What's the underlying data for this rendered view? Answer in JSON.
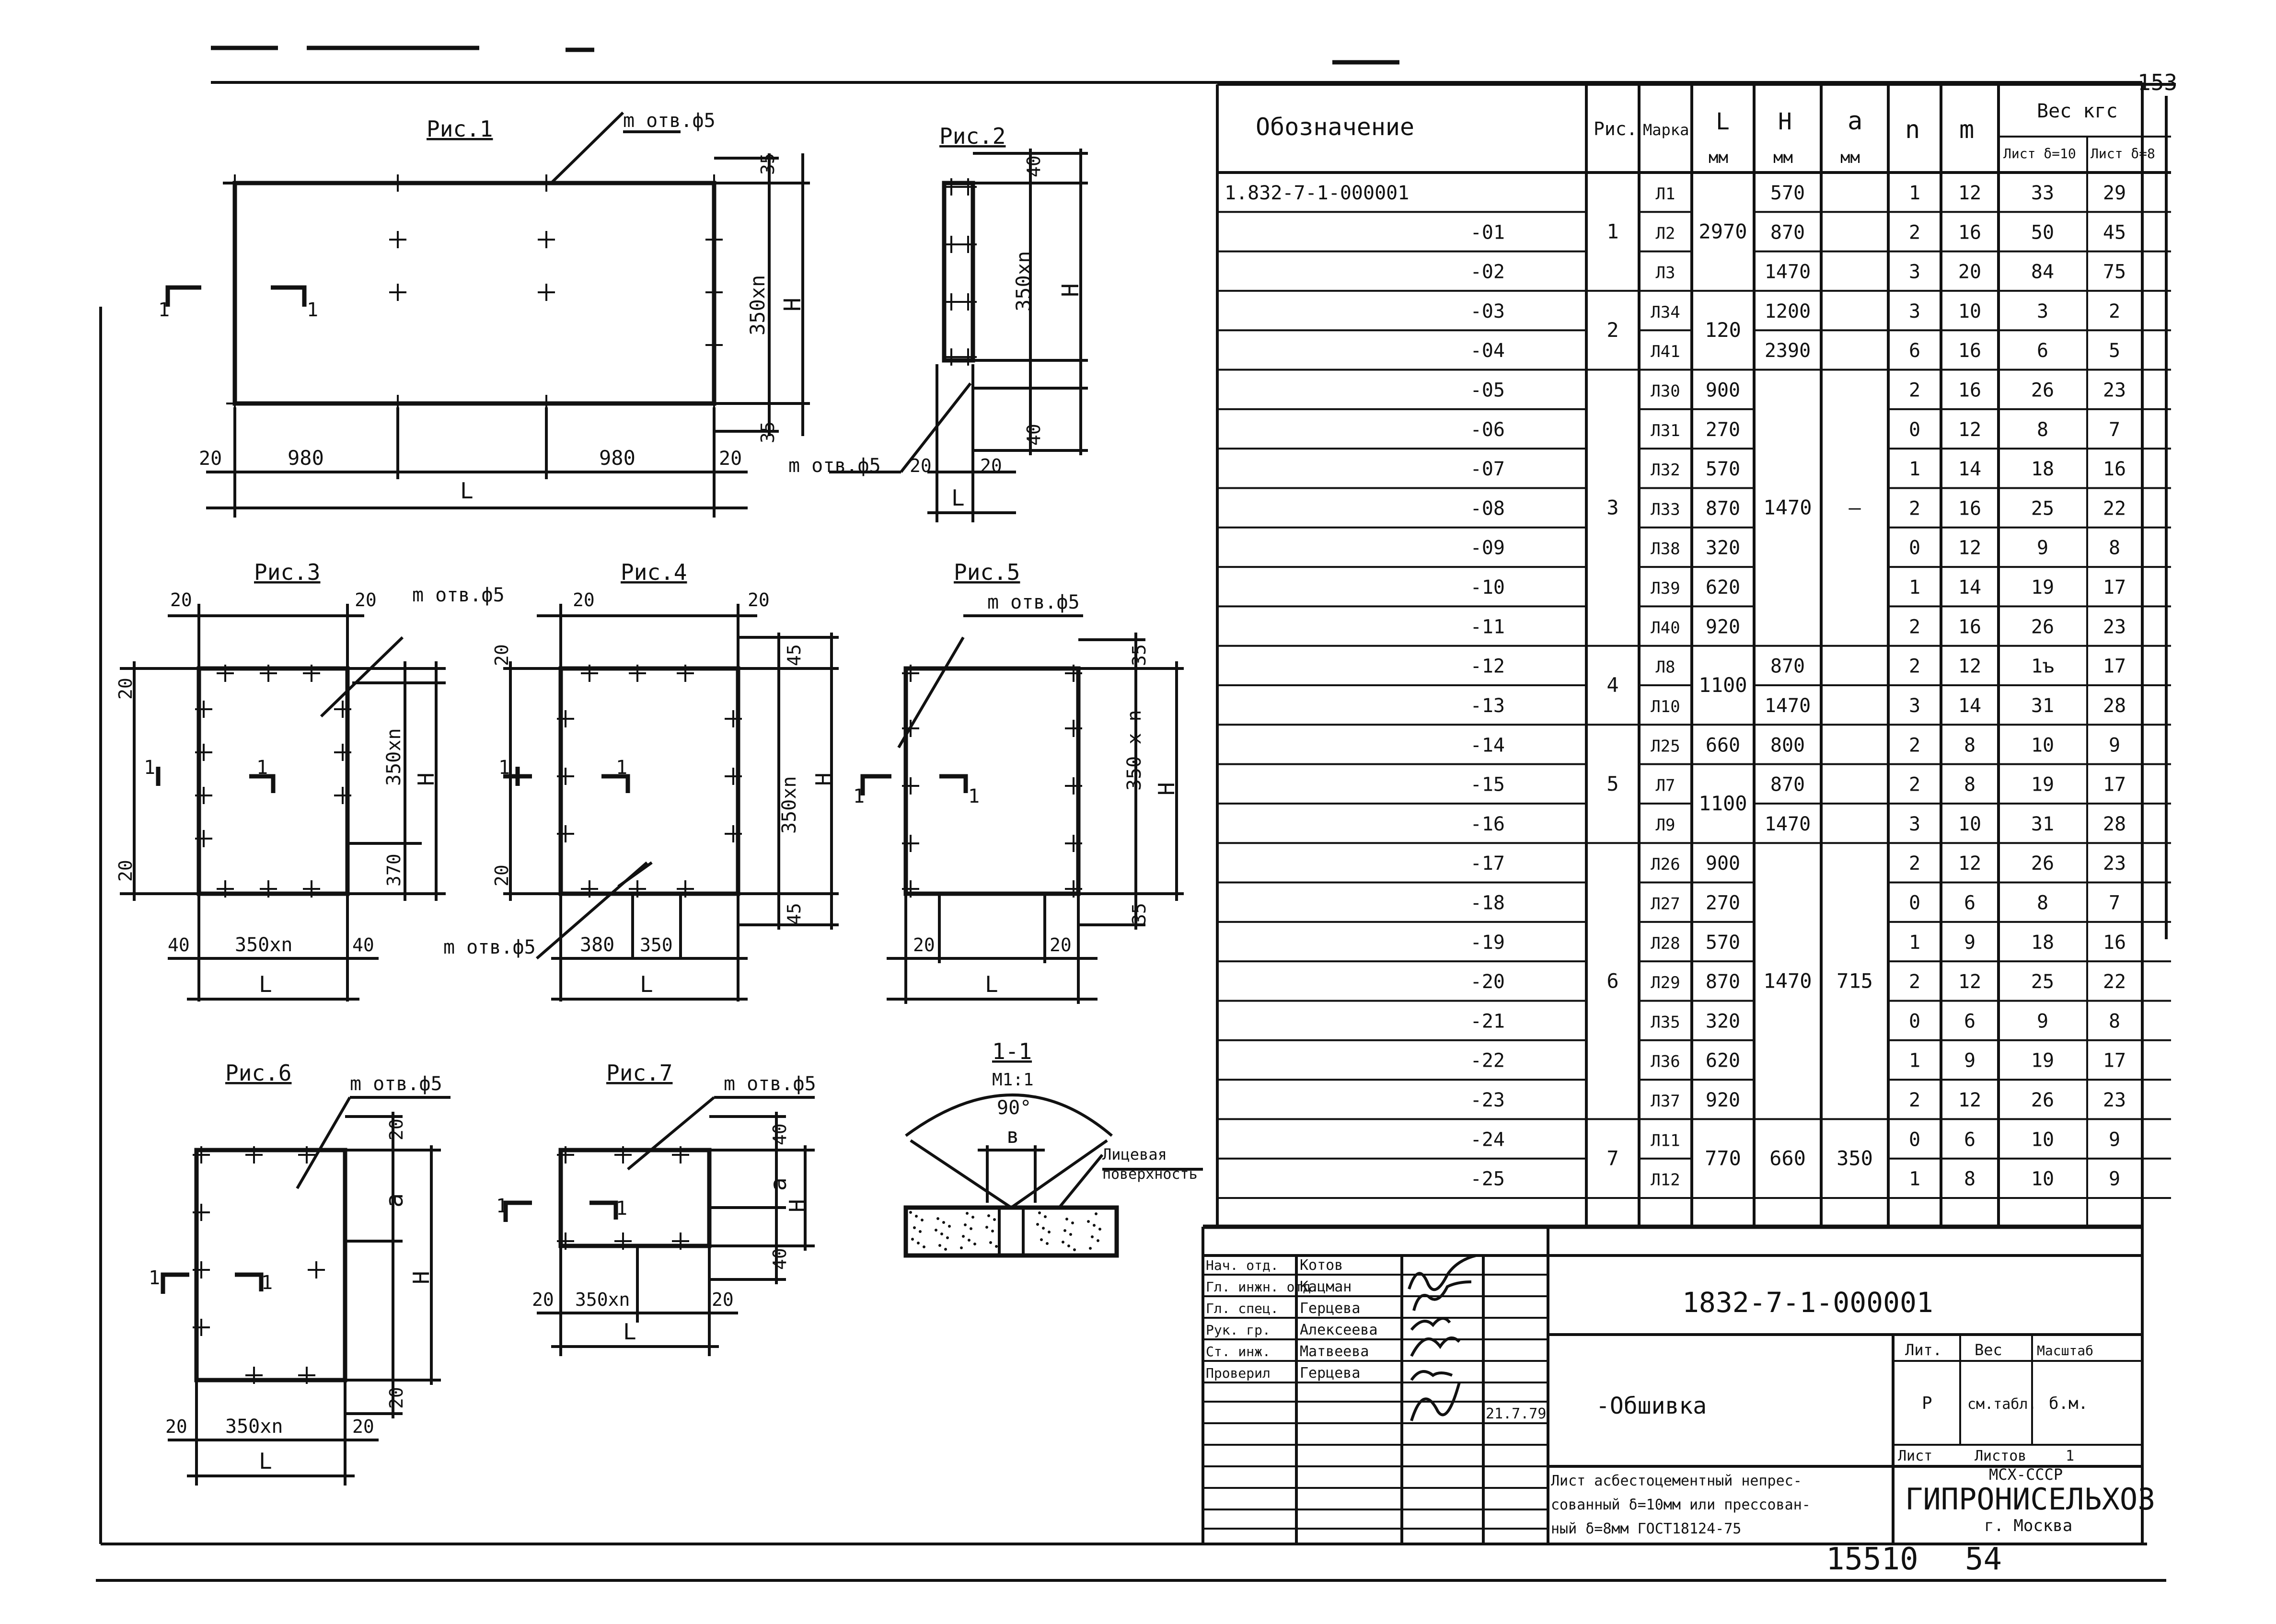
{
  "sheet_numbers": {
    "top": "153",
    "archive": "15510",
    "bottom": "54"
  },
  "spec_table": {
    "headers": {
      "designation": "Обозначение",
      "fig": "Рис.",
      "mark": "Марка",
      "l": "L",
      "h": "H",
      "a": "a",
      "unit": "мм",
      "n": "n",
      "m": "m",
      "weight": "Вес кгс",
      "weight_10": "Лист δ=10",
      "weight_8": "Лист δ=8"
    },
    "rows": [
      {
        "code": "1.832-7-1-000001",
        "mark": "Л1",
        "h": "570",
        "n": "1",
        "m": "12",
        "w10": "33",
        "w8": "29"
      },
      {
        "code": "-01",
        "mark": "Л2",
        "h": "870",
        "n": "2",
        "m": "16",
        "w10": "50",
        "w8": "45"
      },
      {
        "code": "-02",
        "mark": "Л3",
        "h": "1470",
        "n": "3",
        "m": "20",
        "w10": "84",
        "w8": "75"
      },
      {
        "code": "-03",
        "mark": "Л34",
        "h": "1200",
        "n": "3",
        "m": "10",
        "w10": "3",
        "w8": "2"
      },
      {
        "code": "-04",
        "mark": "Л41",
        "h": "2390",
        "n": "6",
        "m": "16",
        "w10": "6",
        "w8": "5"
      },
      {
        "code": "-05",
        "mark": "Л30",
        "l": "900",
        "n": "2",
        "m": "16",
        "w10": "26",
        "w8": "23"
      },
      {
        "code": "-06",
        "mark": "Л31",
        "l": "270",
        "n": "0",
        "m": "12",
        "w10": "8",
        "w8": "7"
      },
      {
        "code": "-07",
        "mark": "Л32",
        "l": "570",
        "n": "1",
        "m": "14",
        "w10": "18",
        "w8": "16"
      },
      {
        "code": "-08",
        "mark": "Л33",
        "l": "870",
        "n": "2",
        "m": "16",
        "w10": "25",
        "w8": "22"
      },
      {
        "code": "-09",
        "mark": "Л38",
        "l": "320",
        "n": "0",
        "m": "12",
        "w10": "9",
        "w8": "8"
      },
      {
        "code": "-10",
        "mark": "Л39",
        "l": "620",
        "n": "1",
        "m": "14",
        "w10": "19",
        "w8": "17"
      },
      {
        "code": "-11",
        "mark": "Л40",
        "l": "920",
        "n": "2",
        "m": "16",
        "w10": "26",
        "w8": "23"
      },
      {
        "code": "-12",
        "mark": "Л8",
        "h": "870",
        "n": "2",
        "m": "12",
        "w10": "1ъ",
        "w8": "17"
      },
      {
        "code": "-13",
        "mark": "Л10",
        "h": "1470",
        "n": "3",
        "m": "14",
        "w10": "31",
        "w8": "28"
      },
      {
        "code": "-14",
        "mark": "Л25",
        "l": "660",
        "h": "800",
        "n": "2",
        "m": "8",
        "w10": "10",
        "w8": "9"
      },
      {
        "code": "-15",
        "mark": "Л7",
        "h": "870",
        "n": "2",
        "m": "8",
        "w10": "19",
        "w8": "17"
      },
      {
        "code": "-16",
        "mark": "Л9",
        "h": "1470",
        "n": "3",
        "m": "10",
        "w10": "31",
        "w8": "28"
      },
      {
        "code": "-17",
        "mark": "Л26",
        "l": "900",
        "n": "2",
        "m": "12",
        "w10": "26",
        "w8": "23"
      },
      {
        "code": "-18",
        "mark": "Л27",
        "l": "270",
        "n": "0",
        "m": "6",
        "w10": "8",
        "w8": "7"
      },
      {
        "code": "-19",
        "mark": "Л28",
        "l": "570",
        "n": "1",
        "m": "9",
        "w10": "18",
        "w8": "16"
      },
      {
        "code": "-20",
        "mark": "Л29",
        "l": "870",
        "n": "2",
        "m": "12",
        "w10": "25",
        "w8": "22"
      },
      {
        "code": "-21",
        "mark": "Л35",
        "l": "320",
        "n": "0",
        "m": "6",
        "w10": "9",
        "w8": "8"
      },
      {
        "code": "-22",
        "mark": "Л36",
        "l": "620",
        "n": "1",
        "m": "9",
        "w10": "19",
        "w8": "17"
      },
      {
        "code": "-23",
        "mark": "Л37",
        "l": "920",
        "n": "2",
        "m": "12",
        "w10": "26",
        "w8": "23"
      },
      {
        "code": "-24",
        "mark": "Л11",
        "n": "0",
        "m": "6",
        "w10": "10",
        "w8": "9"
      },
      {
        "code": "-25",
        "mark": "Л12",
        "n": "1",
        "m": "8",
        "w10": "10",
        "w8": "9"
      }
    ],
    "merged": [
      {
        "col": "fig",
        "from": 0,
        "to": 2,
        "value": "1"
      },
      {
        "col": "l",
        "from": 0,
        "to": 2,
        "value": "2970"
      },
      {
        "col": "fig",
        "from": 3,
        "to": 4,
        "value": "2"
      },
      {
        "col": "l",
        "from": 3,
        "to": 4,
        "value": "120"
      },
      {
        "col": "fig",
        "from": 5,
        "to": 11,
        "value": "3"
      },
      {
        "col": "h",
        "from": 5,
        "to": 11,
        "value": "1470"
      },
      {
        "col": "a",
        "from": 5,
        "to": 11,
        "value": "—"
      },
      {
        "col": "fig",
        "from": 12,
        "to": 13,
        "value": "4"
      },
      {
        "col": "l",
        "from": 12,
        "to": 13,
        "value": "1100"
      },
      {
        "col": "fig",
        "from": 14,
        "to": 16,
        "value": "5"
      },
      {
        "col": "l",
        "from": 15,
        "to": 16,
        "value": "1100"
      },
      {
        "col": "fig",
        "from": 17,
        "to": 23,
        "value": "6"
      },
      {
        "col": "h",
        "from": 17,
        "to": 23,
        "value": "1470"
      },
      {
        "col": "a",
        "from": 17,
        "to": 23,
        "value": "715"
      },
      {
        "col": "fig",
        "from": 24,
        "to": 25,
        "value": "7"
      },
      {
        "col": "l",
        "from": 24,
        "to": 25,
        "value": "770"
      },
      {
        "col": "h",
        "from": 24,
        "to": 25,
        "value": "660"
      },
      {
        "col": "a",
        "from": 24,
        "to": 25,
        "value": "350"
      }
    ]
  },
  "title_block": {
    "roles": [
      {
        "role": "Нач. отд.",
        "name": "Котов"
      },
      {
        "role": "Гл. инжн. отд.",
        "name": "Кацман"
      },
      {
        "role": "Гл. спец.",
        "name": "Герцева"
      },
      {
        "role": "Рук. гр.",
        "name": "Алексеева"
      },
      {
        "role": "Ст. инж.",
        "name": "Матвеева"
      },
      {
        "role": "Проверил",
        "name": "Герцева"
      }
    ],
    "date": "21.7.79",
    "code": "1832-7-1-000001",
    "name": "-Обшивка",
    "stage_label": "Лит.",
    "mass_label": "Вес",
    "scale_label": "Масштаб",
    "stage": "Р",
    "mass": "см.табл.",
    "scale": "б.м.",
    "sheet_label": "Лист",
    "sheets_label": "Листов",
    "sheets": "1",
    "ministry": "МСХ-СССР",
    "organization": "ГИПРОНИСЕЛЬХОЗ",
    "city": "г. Москва",
    "material_lines": [
      "Лист асбестоцементный непрес-",
      "сованный δ=10мм или прессован-",
      "ный δ=8мм ГОСТ18124-75"
    ]
  },
  "figures": {
    "section_mark": "1",
    "fig1": {
      "title": "Рис.1",
      "holes": "m отв.ф5",
      "dim_top": "35",
      "dim_pitch": "350xn",
      "dim_h": "H",
      "dim_bottom": "35",
      "dim_margin": "20",
      "dim_span_left": "980",
      "dim_span_right": "980",
      "dim_l": "L"
    },
    "fig2": {
      "title": "Рис.2",
      "holes": "m отв.ф5",
      "dim_top": "40",
      "dim_pitch": "350xn",
      "dim_h": "H",
      "dim_bottom": "40",
      "dim_margin": "20",
      "dim_l": "L"
    },
    "fig3": {
      "title": "Рис.3",
      "holes": "m отв.ф5",
      "dim_margin": "20",
      "dim_pitch_v": "350xn",
      "dim_370": "370",
      "dim_h": "H",
      "dim_side": "40",
      "dim_pitch_h": "350xn",
      "dim_l": "L"
    },
    "fig4": {
      "title": "Рис.4",
      "holes": "m отв.ф5",
      "dim_margin": "20",
      "dim_45": "45",
      "dim_pitch_v": "350xn",
      "dim_h": "H",
      "dim_380": "380",
      "dim_350": "350",
      "dim_l": "L"
    },
    "fig5": {
      "title": "Рис.5",
      "holes": "m отв.ф5",
      "dim_35": "35",
      "dim_pitch_v": "350 x n",
      "dim_h": "H",
      "dim_margin": "20",
      "dim_l": "L"
    },
    "fig6": {
      "title": "Рис.6",
      "holes": "m отв.ф5",
      "dim_margin": "20",
      "dim_a": "a",
      "dim_h": "H",
      "dim_pitch_h": "350xn",
      "dim_l": "L"
    },
    "fig7": {
      "title": "Рис.7",
      "holes": "m отв.ф5",
      "dim_40": "40",
      "dim_a": "a",
      "dim_h": "H",
      "dim_margin": "20",
      "dim_pitch_h": "350xn",
      "dim_l": "L"
    },
    "section": {
      "title": "1-1",
      "scale": "М1:1",
      "angle": "90°",
      "b": "в",
      "face_lines": [
        "Лицевая",
        "поверхность"
      ]
    }
  }
}
